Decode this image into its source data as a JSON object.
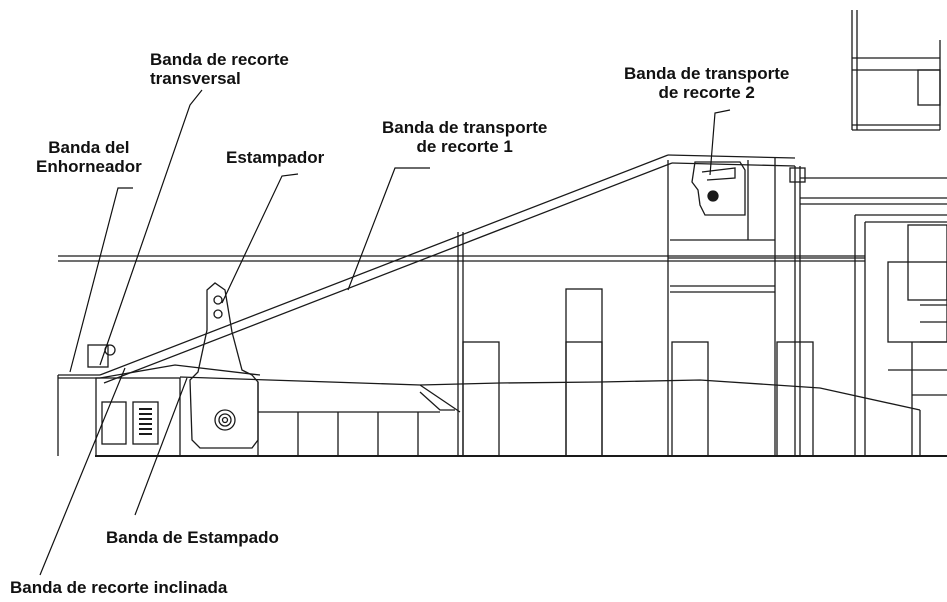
{
  "labels": {
    "banda_recorte_transversal": [
      "Banda de recorte",
      "transversal"
    ],
    "banda_transporte_recorte_2": [
      "Banda de transporte",
      "de  recorte 2"
    ],
    "banda_transporte_recorte_1": [
      "Banda de transporte",
      "de recorte 1"
    ],
    "banda_enhorneador": [
      "Banda del",
      "Enhorneador"
    ],
    "estampador": "Estampador",
    "banda_estampado": "Banda de Estampado",
    "banda_recorte_inclinada": "Banda de recorte inclinada"
  },
  "colors": {
    "line": "#1a1a1a",
    "background": "#ffffff"
  }
}
